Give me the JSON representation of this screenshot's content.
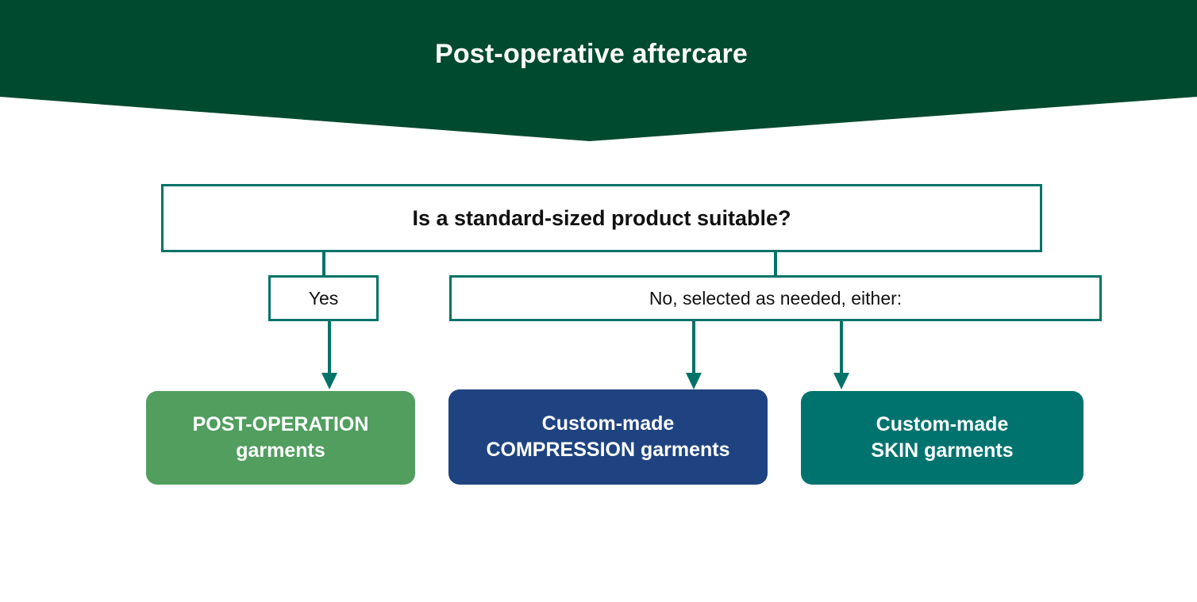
{
  "header": {
    "title": "Post-operative aftercare",
    "background_color": "#004A2F",
    "title_color": "#FFFFFF",
    "shape": "chevron-down-banner"
  },
  "theme": {
    "connector_color": "#027368",
    "outline_border_color": "#027368",
    "page_background": "#FFFFFF",
    "outline_text_color": "#111111"
  },
  "flow": {
    "decision": {
      "label": "Is a standard-sized product suitable?",
      "style": "outline"
    },
    "branches": [
      {
        "name": "yes-branch",
        "label": "Yes",
        "style": "outline"
      },
      {
        "name": "no-branch",
        "label": "No, selected as needed, either:",
        "style": "outline"
      }
    ],
    "results": [
      {
        "name": "post-operation",
        "line1": "POST-OPERATION",
        "line2": "garments",
        "color": "#519E5F"
      },
      {
        "name": "compression",
        "line1": "Custom-made",
        "line2": "COMPRESSION garments",
        "color": "#1F4380"
      },
      {
        "name": "skin",
        "line1": "Custom-made",
        "line2": "SKIN garments",
        "color": "#00736E"
      }
    ]
  }
}
